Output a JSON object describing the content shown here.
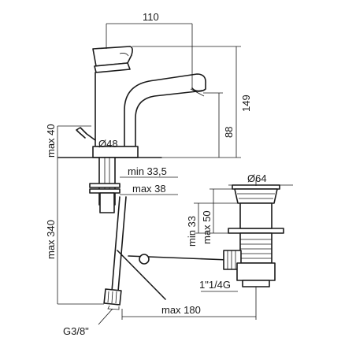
{
  "dimensions": {
    "spout_reach": "110",
    "total_height": "149",
    "spout_height": "88",
    "lever_clearance": "max 40",
    "base_diameter": "Ø48",
    "deck_min": "min 33,5",
    "deck_max": "max 38",
    "hose_length": "max 340",
    "hose_thread": "G3/8\"",
    "waste_diameter": "Ø64",
    "waste_min": "min 33",
    "waste_max": "max 50",
    "waste_thread": "1\"1/4G",
    "rod_length": "max 180"
  }
}
